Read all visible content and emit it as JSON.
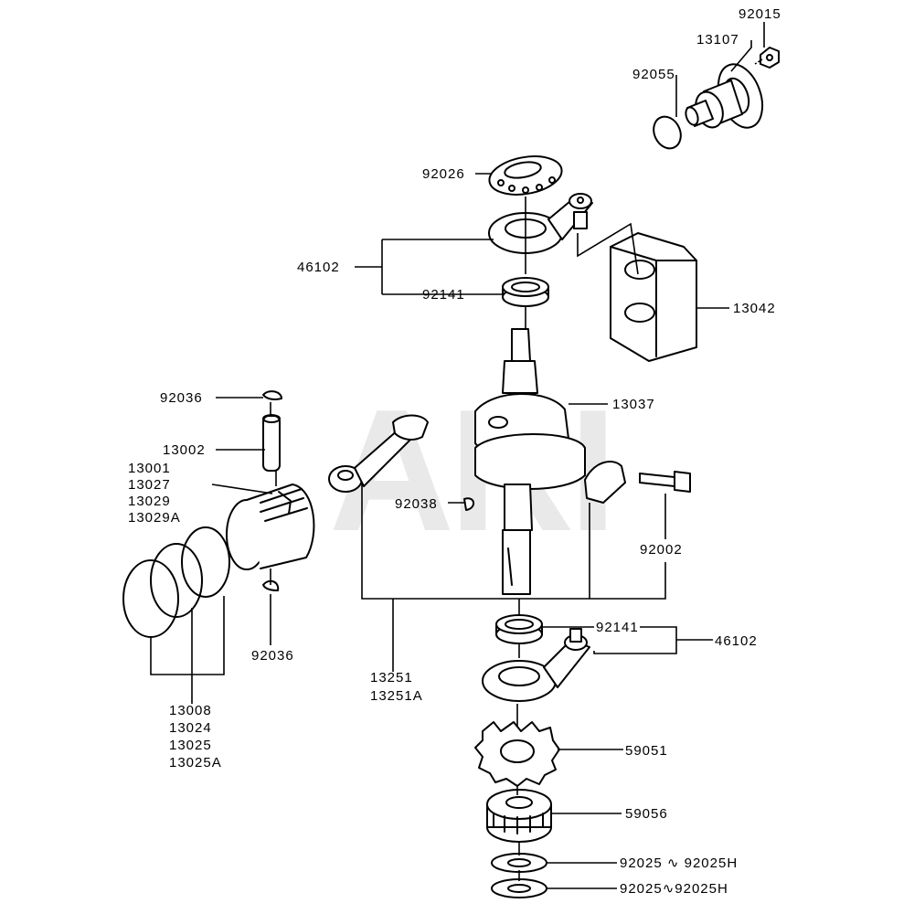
{
  "watermark": "ARI",
  "labels": {
    "p92015": "92015",
    "p13107": "13107",
    "p92055": "92055",
    "p92026": "92026",
    "p46102_top": "46102",
    "p92141_top": "92141",
    "p13042": "13042",
    "p92036_top": "92036",
    "p13037": "13037",
    "p13002": "13002",
    "p13001": "13001",
    "p13027": "13027",
    "p13029": "13029",
    "p13029A": "13029A",
    "p92038": "92038",
    "p92002": "92002",
    "p92036_bottom": "92036",
    "p92141_bottom": "92141",
    "p46102_bottom": "46102",
    "p13251": "13251",
    "p13251A": "13251A",
    "p13008": "13008",
    "p13024": "13024",
    "p13025": "13025",
    "p13025A": "13025A",
    "p59051": "59051",
    "p59056": "59056",
    "p92025_a": "92025 ∿ 92025H",
    "p92025_b": "92025∿92025H"
  }
}
